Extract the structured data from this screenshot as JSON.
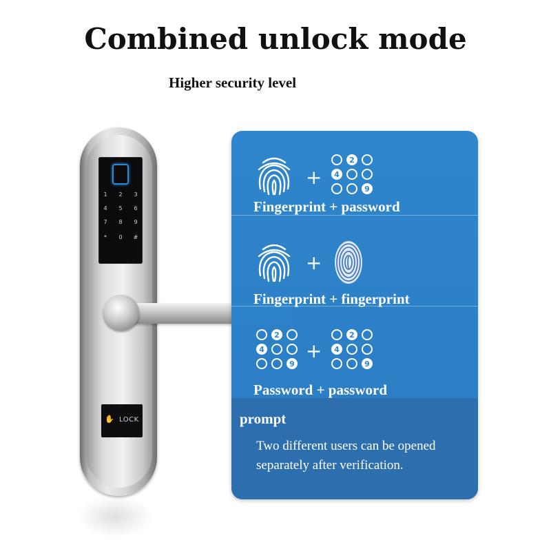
{
  "header": {
    "title": "Combined unlock mode",
    "subtitle": "Higher security level"
  },
  "lock": {
    "keypad_keys": [
      "1",
      "2",
      "3",
      "4",
      "5",
      "6",
      "7",
      "8",
      "9",
      "*",
      "0",
      "#"
    ],
    "plate_label": "LOCK",
    "plate_icon": "hand-wave-icon"
  },
  "panel": {
    "background_color": "#2f86cc",
    "plus_symbol": "+",
    "modes": [
      {
        "label": "Fingerprint + password",
        "left_icon": "fingerprint-icon",
        "right_icon": "keypad-icon"
      },
      {
        "label": "Fingerprint + fingerprint",
        "left_icon": "fingerprint-icon",
        "right_icon": "fingerprint-color-icon"
      },
      {
        "label": "Password + password",
        "left_icon": "keypad-icon",
        "right_icon": "keypad-icon"
      }
    ],
    "keypad_digits": [
      "2",
      "4",
      "9"
    ],
    "prompt": {
      "title": "prompt",
      "text": "Two different users can be opened separately after verification."
    }
  }
}
